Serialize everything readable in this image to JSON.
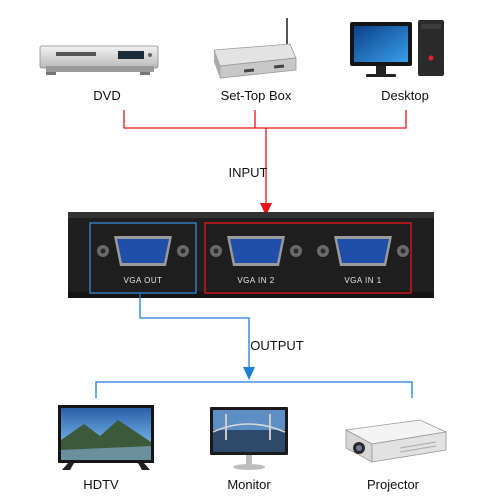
{
  "sources": [
    {
      "label": "DVD",
      "icon": "dvd-player-icon"
    },
    {
      "label": "Set-Top Box",
      "icon": "set-top-box-icon"
    },
    {
      "label": "Desktop",
      "icon": "desktop-computer-icon"
    }
  ],
  "input_label": "INPUT",
  "output_label": "OUTPUT",
  "device": {
    "out_port_label": "VGA OUT",
    "in2_port_label": "VGA IN 2",
    "in1_port_label": "VGA IN 1",
    "port_icon": "vga-port-icon"
  },
  "outputs": [
    {
      "label": "HDTV",
      "icon": "hdtv-icon"
    },
    {
      "label": "Monitor",
      "icon": "monitor-icon"
    },
    {
      "label": "Projector",
      "icon": "projector-icon"
    }
  ],
  "colors": {
    "input_line": "#e8141c",
    "output_line": "#1e7fd6",
    "device_body": "#202020",
    "port_blue": "#1f4fa8"
  }
}
